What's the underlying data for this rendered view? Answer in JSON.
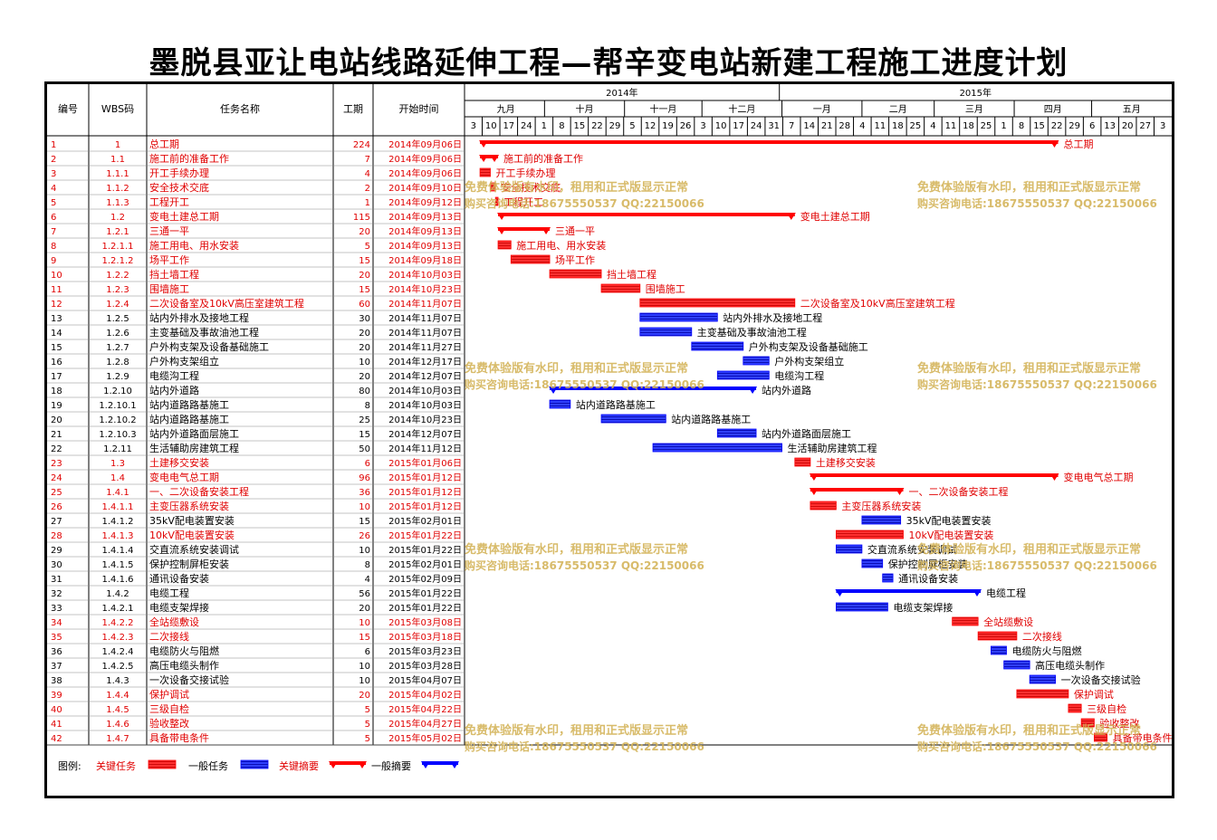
{
  "title": "墨脱县亚让电站线路延伸工程—帮辛变电站新建工程施工进度计划",
  "columns": {
    "no": "编号",
    "wbs": "WBS码",
    "name": "任务名称",
    "dur": "工期",
    "start": "开始时间"
  },
  "years": [
    {
      "label": "2014年",
      "start": "2014-08-31",
      "end": "2014-12-31"
    },
    {
      "label": "2015年",
      "start": "2014-12-31",
      "end": "2015-06-01"
    }
  ],
  "months": [
    {
      "label": "九月",
      "start": "2014-09-01",
      "end": "2014-10-01"
    },
    {
      "label": "十月",
      "start": "2014-10-01",
      "end": "2014-11-01"
    },
    {
      "label": "十一月",
      "start": "2014-11-01",
      "end": "2014-12-01"
    },
    {
      "label": "十二月",
      "start": "2014-12-01",
      "end": "2015-01-01"
    },
    {
      "label": "一月",
      "start": "2015-01-01",
      "end": "2015-02-01"
    },
    {
      "label": "二月",
      "start": "2015-02-01",
      "end": "2015-03-01"
    },
    {
      "label": "三月",
      "start": "2015-03-01",
      "end": "2015-04-01"
    },
    {
      "label": "四月",
      "start": "2015-04-01",
      "end": "2015-05-01"
    },
    {
      "label": "五月",
      "start": "2015-05-01",
      "end": "2015-06-01"
    }
  ],
  "days": [
    "3",
    "10",
    "17",
    "24",
    "1",
    "8",
    "15",
    "22",
    "29",
    "5",
    "12",
    "19",
    "26",
    "3",
    "10",
    "17",
    "24",
    "31",
    "7",
    "14",
    "21",
    "28",
    "4",
    "11",
    "18",
    "25",
    "4",
    "11",
    "18",
    "25",
    "1",
    "8",
    "15",
    "22",
    "29",
    "6",
    "13",
    "20",
    "27",
    "3"
  ],
  "legend": {
    "label": "图例:",
    "critical_task": "关键任务",
    "normal_task": "一般任务",
    "critical_summary": "关键摘要",
    "normal_summary": "一般摘要"
  },
  "watermark": {
    "line1": "免费体验版有水印，租用和正式版显示正常",
    "line2": "购买咨询电话:18675550537 QQ:22150066"
  },
  "colors": {
    "critical": "#ff0000",
    "normal": "#0000ff",
    "critical_text": "#e00000",
    "normal_text": "#000000",
    "watermark": "#d4b45a",
    "grid": "#000000"
  },
  "chart_data": {
    "type": "gantt",
    "x_axis": "date",
    "range": [
      "2014-09-01",
      "2015-05-31"
    ],
    "tasks": [
      {
        "id": "1",
        "wbs": "1",
        "name": "总工期",
        "duration": 224,
        "start": "2014年09月06日",
        "date": "2014-09-06",
        "kind": "summary",
        "critical": true
      },
      {
        "id": "2",
        "wbs": "1.1",
        "name": "施工前的准备工作",
        "duration": 7,
        "start": "2014年09月06日",
        "date": "2014-09-06",
        "kind": "summary",
        "critical": true
      },
      {
        "id": "3",
        "wbs": "1.1.1",
        "name": "开工手续办理",
        "duration": 4,
        "start": "2014年09月06日",
        "date": "2014-09-06",
        "kind": "task",
        "critical": true
      },
      {
        "id": "4",
        "wbs": "1.1.2",
        "name": "安全技术交底",
        "duration": 2,
        "start": "2014年09月10日",
        "date": "2014-09-10",
        "kind": "task",
        "critical": true
      },
      {
        "id": "5",
        "wbs": "1.1.3",
        "name": "工程开工",
        "duration": 1,
        "start": "2014年09月12日",
        "date": "2014-09-12",
        "kind": "task",
        "critical": true
      },
      {
        "id": "6",
        "wbs": "1.2",
        "name": "变电土建总工期",
        "duration": 115,
        "start": "2014年09月13日",
        "date": "2014-09-13",
        "kind": "summary",
        "critical": true
      },
      {
        "id": "7",
        "wbs": "1.2.1",
        "name": "三通一平",
        "duration": 20,
        "start": "2014年09月13日",
        "date": "2014-09-13",
        "kind": "summary",
        "critical": true
      },
      {
        "id": "8",
        "wbs": "1.2.1.1",
        "name": "施工用电、用水安装",
        "duration": 5,
        "start": "2014年09月13日",
        "date": "2014-09-13",
        "kind": "task",
        "critical": true
      },
      {
        "id": "9",
        "wbs": "1.2.1.2",
        "name": "场平工作",
        "duration": 15,
        "start": "2014年09月18日",
        "date": "2014-09-18",
        "kind": "task",
        "critical": true
      },
      {
        "id": "10",
        "wbs": "1.2.2",
        "name": "挡土墙工程",
        "duration": 20,
        "start": "2014年10月03日",
        "date": "2014-10-03",
        "kind": "task",
        "critical": true
      },
      {
        "id": "11",
        "wbs": "1.2.3",
        "name": "围墙施工",
        "duration": 15,
        "start": "2014年10月23日",
        "date": "2014-10-23",
        "kind": "task",
        "critical": true
      },
      {
        "id": "12",
        "wbs": "1.2.4",
        "name": "二次设备室及10kV高压室建筑工程",
        "duration": 60,
        "start": "2014年11月07日",
        "date": "2014-11-07",
        "kind": "task",
        "critical": true
      },
      {
        "id": "13",
        "wbs": "1.2.5",
        "name": "站内外排水及接地工程",
        "duration": 30,
        "start": "2014年11月07日",
        "date": "2014-11-07",
        "kind": "task",
        "critical": false
      },
      {
        "id": "14",
        "wbs": "1.2.6",
        "name": "主变基础及事故油池工程",
        "duration": 20,
        "start": "2014年11月07日",
        "date": "2014-11-07",
        "kind": "task",
        "critical": false
      },
      {
        "id": "15",
        "wbs": "1.2.7",
        "name": "户外构支架及设备基础施工",
        "duration": 20,
        "start": "2014年11月27日",
        "date": "2014-11-27",
        "kind": "task",
        "critical": false
      },
      {
        "id": "16",
        "wbs": "1.2.8",
        "name": "户外构支架组立",
        "duration": 10,
        "start": "2014年12月17日",
        "date": "2014-12-17",
        "kind": "task",
        "critical": false
      },
      {
        "id": "17",
        "wbs": "1.2.9",
        "name": "电缆沟工程",
        "duration": 20,
        "start": "2014年12月07日",
        "date": "2014-12-07",
        "kind": "task",
        "critical": false
      },
      {
        "id": "18",
        "wbs": "1.2.10",
        "name": "站内外道路",
        "duration": 80,
        "start": "2014年10月03日",
        "date": "2014-10-03",
        "kind": "summary",
        "critical": false
      },
      {
        "id": "19",
        "wbs": "1.2.10.1",
        "name": "站内道路路基施工",
        "duration": 8,
        "start": "2014年10月03日",
        "date": "2014-10-03",
        "kind": "task",
        "critical": false
      },
      {
        "id": "20",
        "wbs": "1.2.10.2",
        "name": "站内道路路基施工",
        "duration": 25,
        "start": "2014年10月23日",
        "date": "2014-10-23",
        "kind": "task",
        "critical": false
      },
      {
        "id": "21",
        "wbs": "1.2.10.3",
        "name": "站内外道路面层施工",
        "duration": 15,
        "start": "2014年12月07日",
        "date": "2014-12-07",
        "kind": "task",
        "critical": false
      },
      {
        "id": "22",
        "wbs": "1.2.11",
        "name": "生活辅助房建筑工程",
        "duration": 50,
        "start": "2014年11月12日",
        "date": "2014-11-12",
        "kind": "task",
        "critical": false
      },
      {
        "id": "23",
        "wbs": "1.3",
        "name": "土建移交安装",
        "duration": 6,
        "start": "2015年01月06日",
        "date": "2015-01-06",
        "kind": "task",
        "critical": true
      },
      {
        "id": "24",
        "wbs": "1.4",
        "name": "变电电气总工期",
        "duration": 96,
        "start": "2015年01月12日",
        "date": "2015-01-12",
        "kind": "summary",
        "critical": true
      },
      {
        "id": "25",
        "wbs": "1.4.1",
        "name": "一、二次设备安装工程",
        "duration": 36,
        "start": "2015年01月12日",
        "date": "2015-01-12",
        "kind": "summary",
        "critical": true
      },
      {
        "id": "26",
        "wbs": "1.4.1.1",
        "name": "主变压器系统安装",
        "duration": 10,
        "start": "2015年01月12日",
        "date": "2015-01-12",
        "kind": "task",
        "critical": true
      },
      {
        "id": "27",
        "wbs": "1.4.1.2",
        "name": "35kV配电装置安装",
        "duration": 15,
        "start": "2015年02月01日",
        "date": "2015-02-01",
        "kind": "task",
        "critical": false
      },
      {
        "id": "28",
        "wbs": "1.4.1.3",
        "name": "10kV配电装置安装",
        "duration": 26,
        "start": "2015年01月22日",
        "date": "2015-01-22",
        "kind": "task",
        "critical": true
      },
      {
        "id": "29",
        "wbs": "1.4.1.4",
        "name": "交直流系统安装调试",
        "duration": 10,
        "start": "2015年01月22日",
        "date": "2015-01-22",
        "kind": "task",
        "critical": false
      },
      {
        "id": "30",
        "wbs": "1.4.1.5",
        "name": "保护控制屏柜安装",
        "duration": 8,
        "start": "2015年02月01日",
        "date": "2015-02-01",
        "kind": "task",
        "critical": false
      },
      {
        "id": "31",
        "wbs": "1.4.1.6",
        "name": "通讯设备安装",
        "duration": 4,
        "start": "2015年02月09日",
        "date": "2015-02-09",
        "kind": "task",
        "critical": false
      },
      {
        "id": "32",
        "wbs": "1.4.2",
        "name": "电缆工程",
        "duration": 56,
        "start": "2015年01月22日",
        "date": "2015-01-22",
        "kind": "summary",
        "critical": false
      },
      {
        "id": "33",
        "wbs": "1.4.2.1",
        "name": "电缆支架焊接",
        "duration": 20,
        "start": "2015年01月22日",
        "date": "2015-01-22",
        "kind": "task",
        "critical": false
      },
      {
        "id": "34",
        "wbs": "1.4.2.2",
        "name": "全站缆敷设",
        "duration": 10,
        "start": "2015年03月08日",
        "date": "2015-03-08",
        "kind": "task",
        "critical": true
      },
      {
        "id": "35",
        "wbs": "1.4.2.3",
        "name": "二次接线",
        "duration": 15,
        "start": "2015年03月18日",
        "date": "2015-03-18",
        "kind": "task",
        "critical": true
      },
      {
        "id": "36",
        "wbs": "1.4.2.4",
        "name": "电缆防火与阻燃",
        "duration": 6,
        "start": "2015年03月23日",
        "date": "2015-03-23",
        "kind": "task",
        "critical": false
      },
      {
        "id": "37",
        "wbs": "1.4.2.5",
        "name": "高压电缆头制作",
        "duration": 10,
        "start": "2015年03月28日",
        "date": "2015-03-28",
        "kind": "task",
        "critical": false
      },
      {
        "id": "38",
        "wbs": "1.4.3",
        "name": "一次设备交接试验",
        "duration": 10,
        "start": "2015年04月07日",
        "date": "2015-04-07",
        "kind": "task",
        "critical": false
      },
      {
        "id": "39",
        "wbs": "1.4.4",
        "name": "保护调试",
        "duration": 20,
        "start": "2015年04月02日",
        "date": "2015-04-02",
        "kind": "task",
        "critical": true
      },
      {
        "id": "40",
        "wbs": "1.4.5",
        "name": "三级自检",
        "duration": 5,
        "start": "2015年04月22日",
        "date": "2015-04-22",
        "kind": "task",
        "critical": true
      },
      {
        "id": "41",
        "wbs": "1.4.6",
        "name": "验收整改",
        "duration": 5,
        "start": "2015年04月27日",
        "date": "2015-04-27",
        "kind": "task",
        "critical": true
      },
      {
        "id": "42",
        "wbs": "1.4.7",
        "name": "具备带电条件",
        "duration": 5,
        "start": "2015年05月02日",
        "date": "2015-05-02",
        "kind": "task",
        "critical": true
      }
    ]
  }
}
